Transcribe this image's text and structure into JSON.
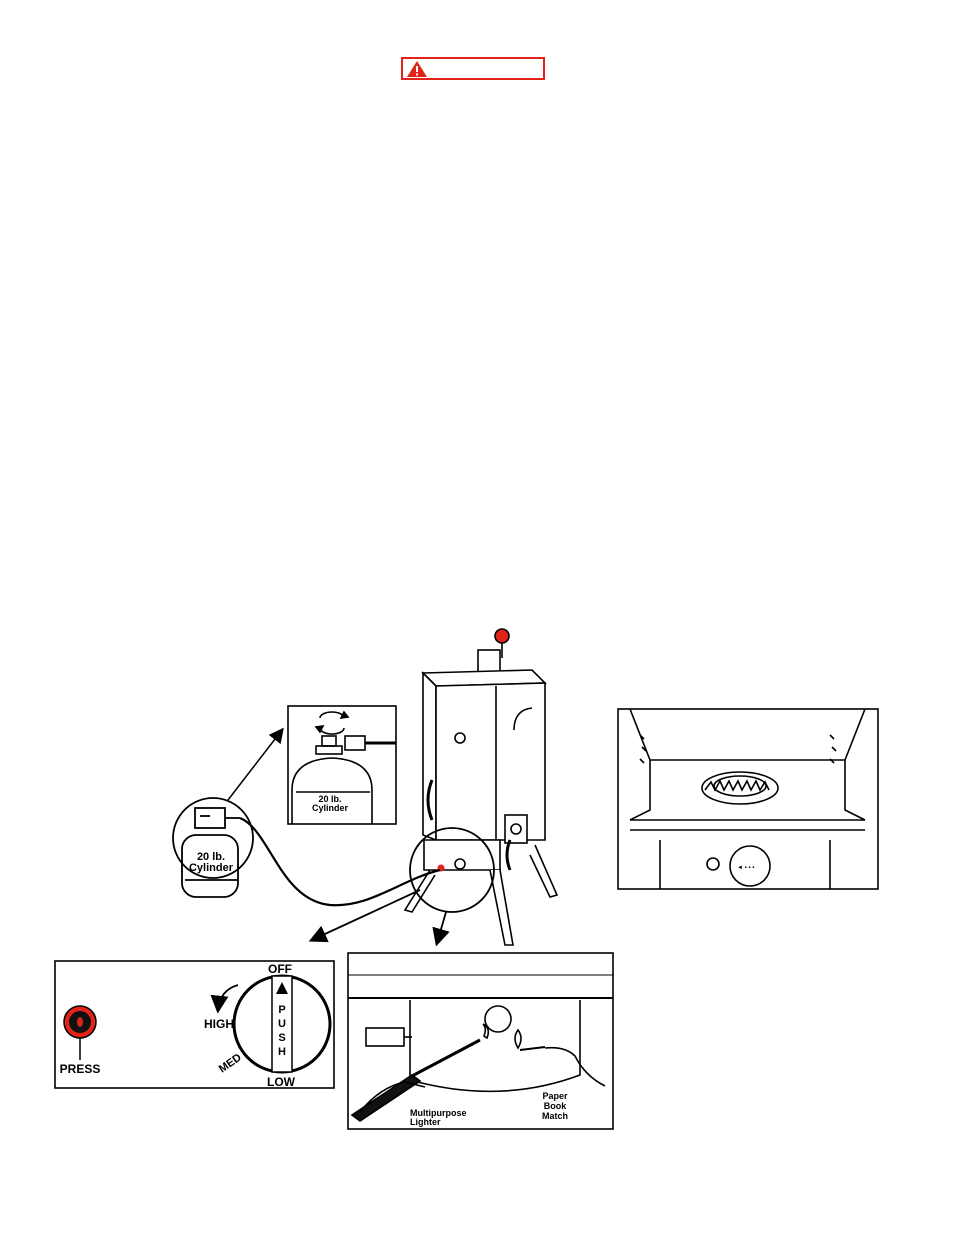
{
  "warning": {
    "icon": "warning-triangle-icon",
    "color": "#e2231a"
  },
  "labels": {
    "cylinder_main": [
      "20 lb.",
      "Cylinder"
    ],
    "cylinder_inset": [
      "20 lb.",
      "Cylinder"
    ],
    "press": "PRESS",
    "dial_off": "OFF",
    "dial_high": "HIGH",
    "dial_med": "MED",
    "dial_low": "LOW",
    "dial_push": [
      "P",
      "U",
      "S",
      "H"
    ],
    "lighter": [
      "Multipurpose",
      "Lighter"
    ],
    "match": [
      "Paper",
      "Book",
      "Match"
    ]
  },
  "colors": {
    "accent_red": "#e2231a",
    "line": "#000000"
  }
}
